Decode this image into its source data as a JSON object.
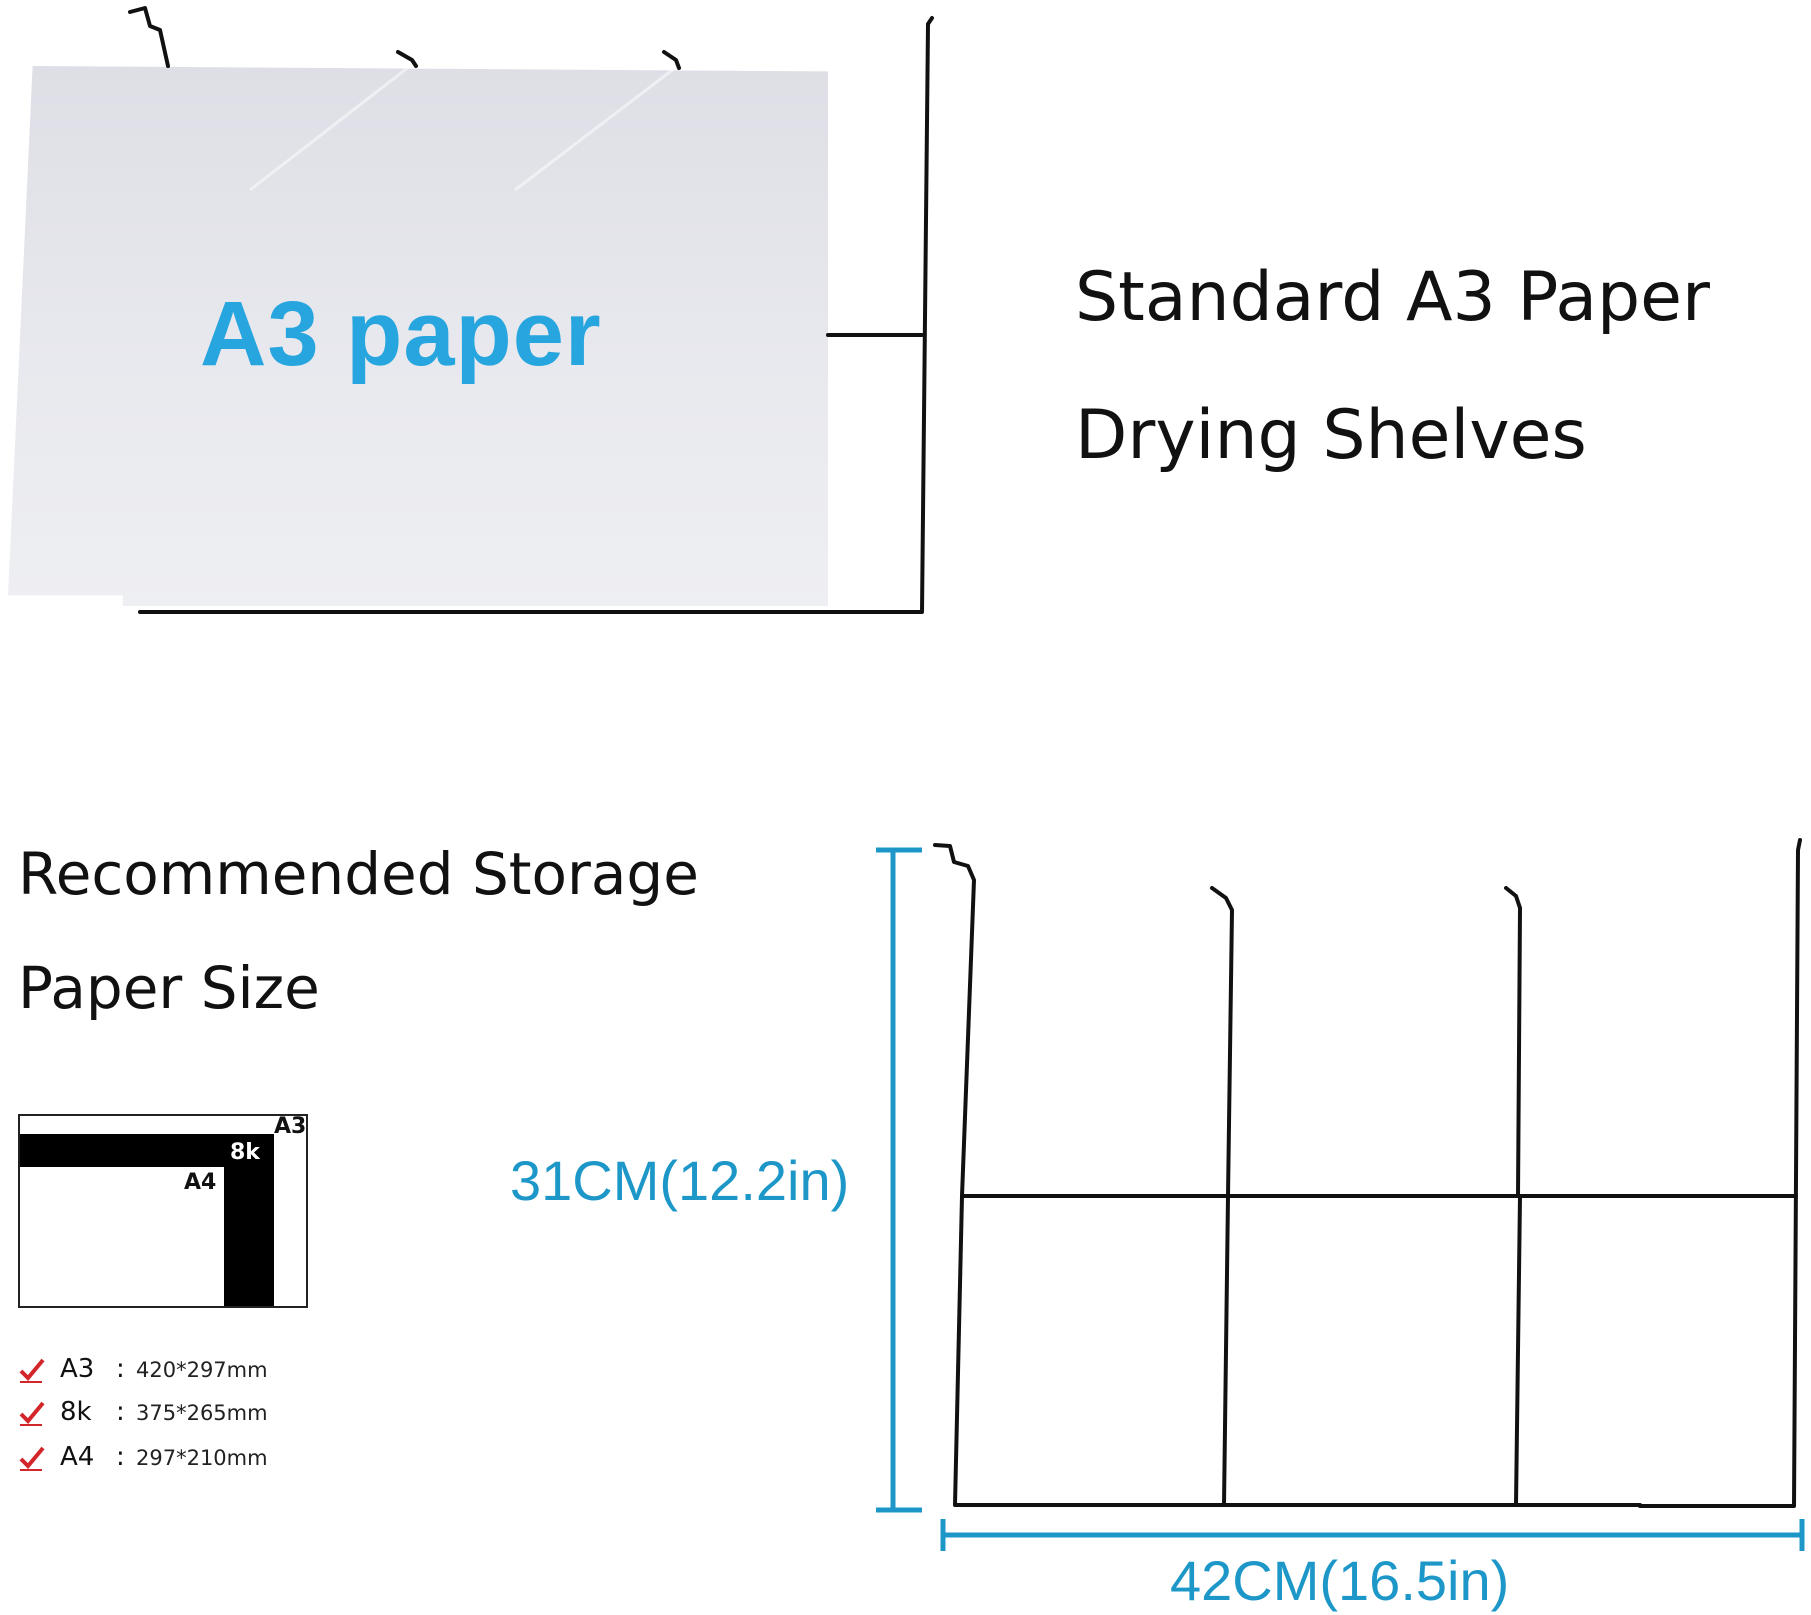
{
  "colors": {
    "accent_blue": "#26a5de",
    "dimension_teal": "#1d97c8",
    "check_red": "#d2262a",
    "wire": "#111111"
  },
  "top_panel": {
    "paper_label": "A3 paper",
    "title_line1": "Standard A3 Paper",
    "title_line2": "Drying Shelves"
  },
  "storage": {
    "heading_line1": "Recommended Storage",
    "heading_line2": "Paper Size",
    "diagram_labels": {
      "a3": "A3",
      "eightk": "8k",
      "a4": "A4"
    },
    "specs": [
      {
        "icon": "check-icon",
        "name": "A3",
        "size": "420*297mm"
      },
      {
        "icon": "check-icon",
        "name": "8k",
        "size": "375*265mm"
      },
      {
        "icon": "check-icon",
        "name": "A4",
        "size": "297*210mm"
      }
    ]
  },
  "dimensions": {
    "height": "31CM(12.2in)",
    "width": "42CM(16.5in)"
  }
}
